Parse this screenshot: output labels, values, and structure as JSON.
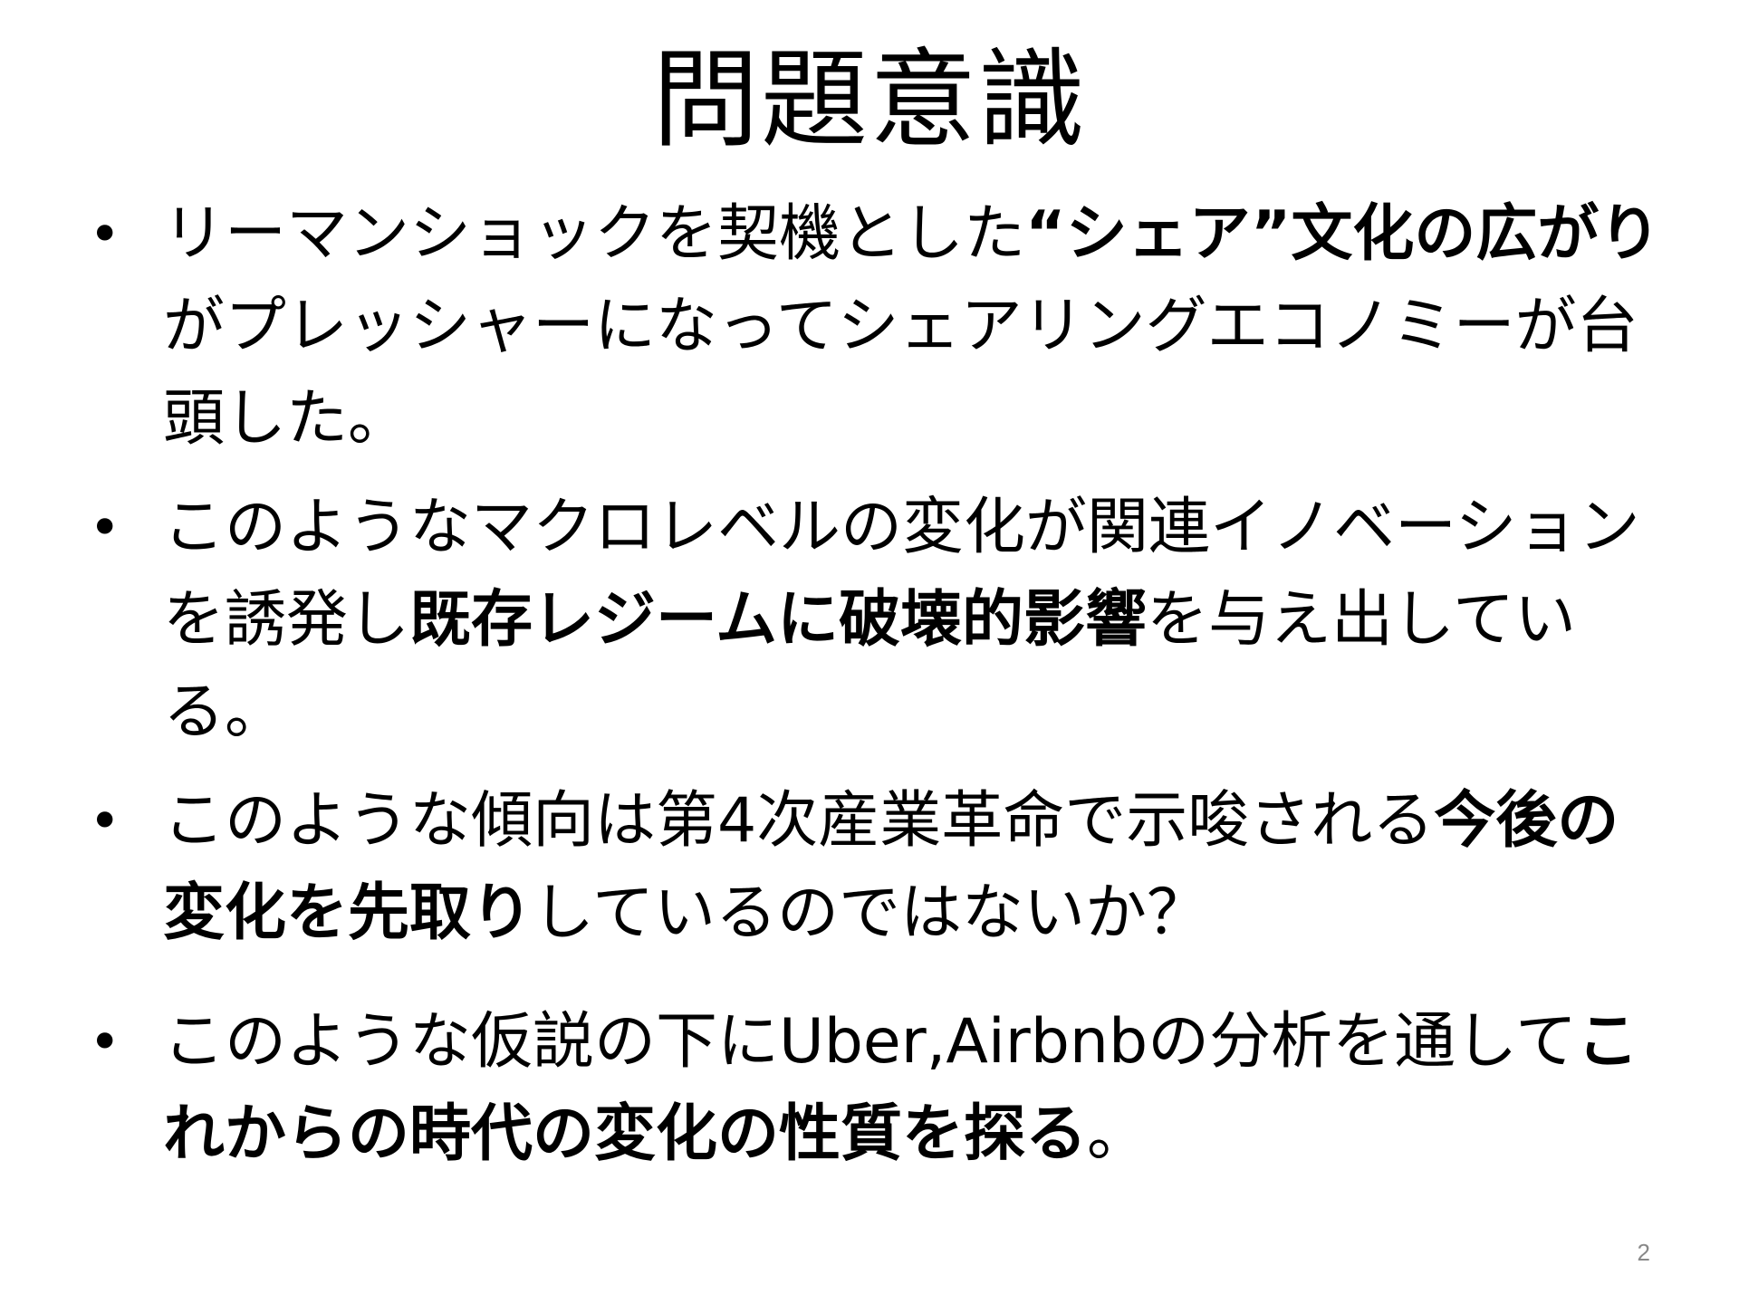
{
  "slide": {
    "title": "問題意識",
    "bullet_marker": "•",
    "bullets": [
      {
        "segments": [
          {
            "text": "リーマンショックを契機とした",
            "bold": false
          },
          {
            "text": "“シェア”文化の広がり",
            "bold": true
          },
          {
            "text": "がプレッシャーになってシェアリングエコノミーが台頭した。",
            "bold": false
          }
        ]
      },
      {
        "segments": [
          {
            "text": "このようなマクロレベルの変化が関連イノベーションを誘発し",
            "bold": false
          },
          {
            "text": "既存レジームに破壊的影響",
            "bold": true
          },
          {
            "text": "を与え出している。",
            "bold": false
          }
        ]
      },
      {
        "segments": [
          {
            "text": "このような傾向は第4次産業革命で示唆される",
            "bold": false
          },
          {
            "text": "今後の変化を先取り",
            "bold": true
          },
          {
            "text": "しているのではないか？",
            "bold": false
          }
        ]
      },
      {
        "segments": [
          {
            "text": "このような仮説の下にUber,Airbnbの分析を通して",
            "bold": false
          },
          {
            "text": "これからの時代の変化の性質を探る",
            "bold": true
          },
          {
            "text": "。",
            "bold": false
          }
        ]
      }
    ],
    "page_number": "2"
  }
}
